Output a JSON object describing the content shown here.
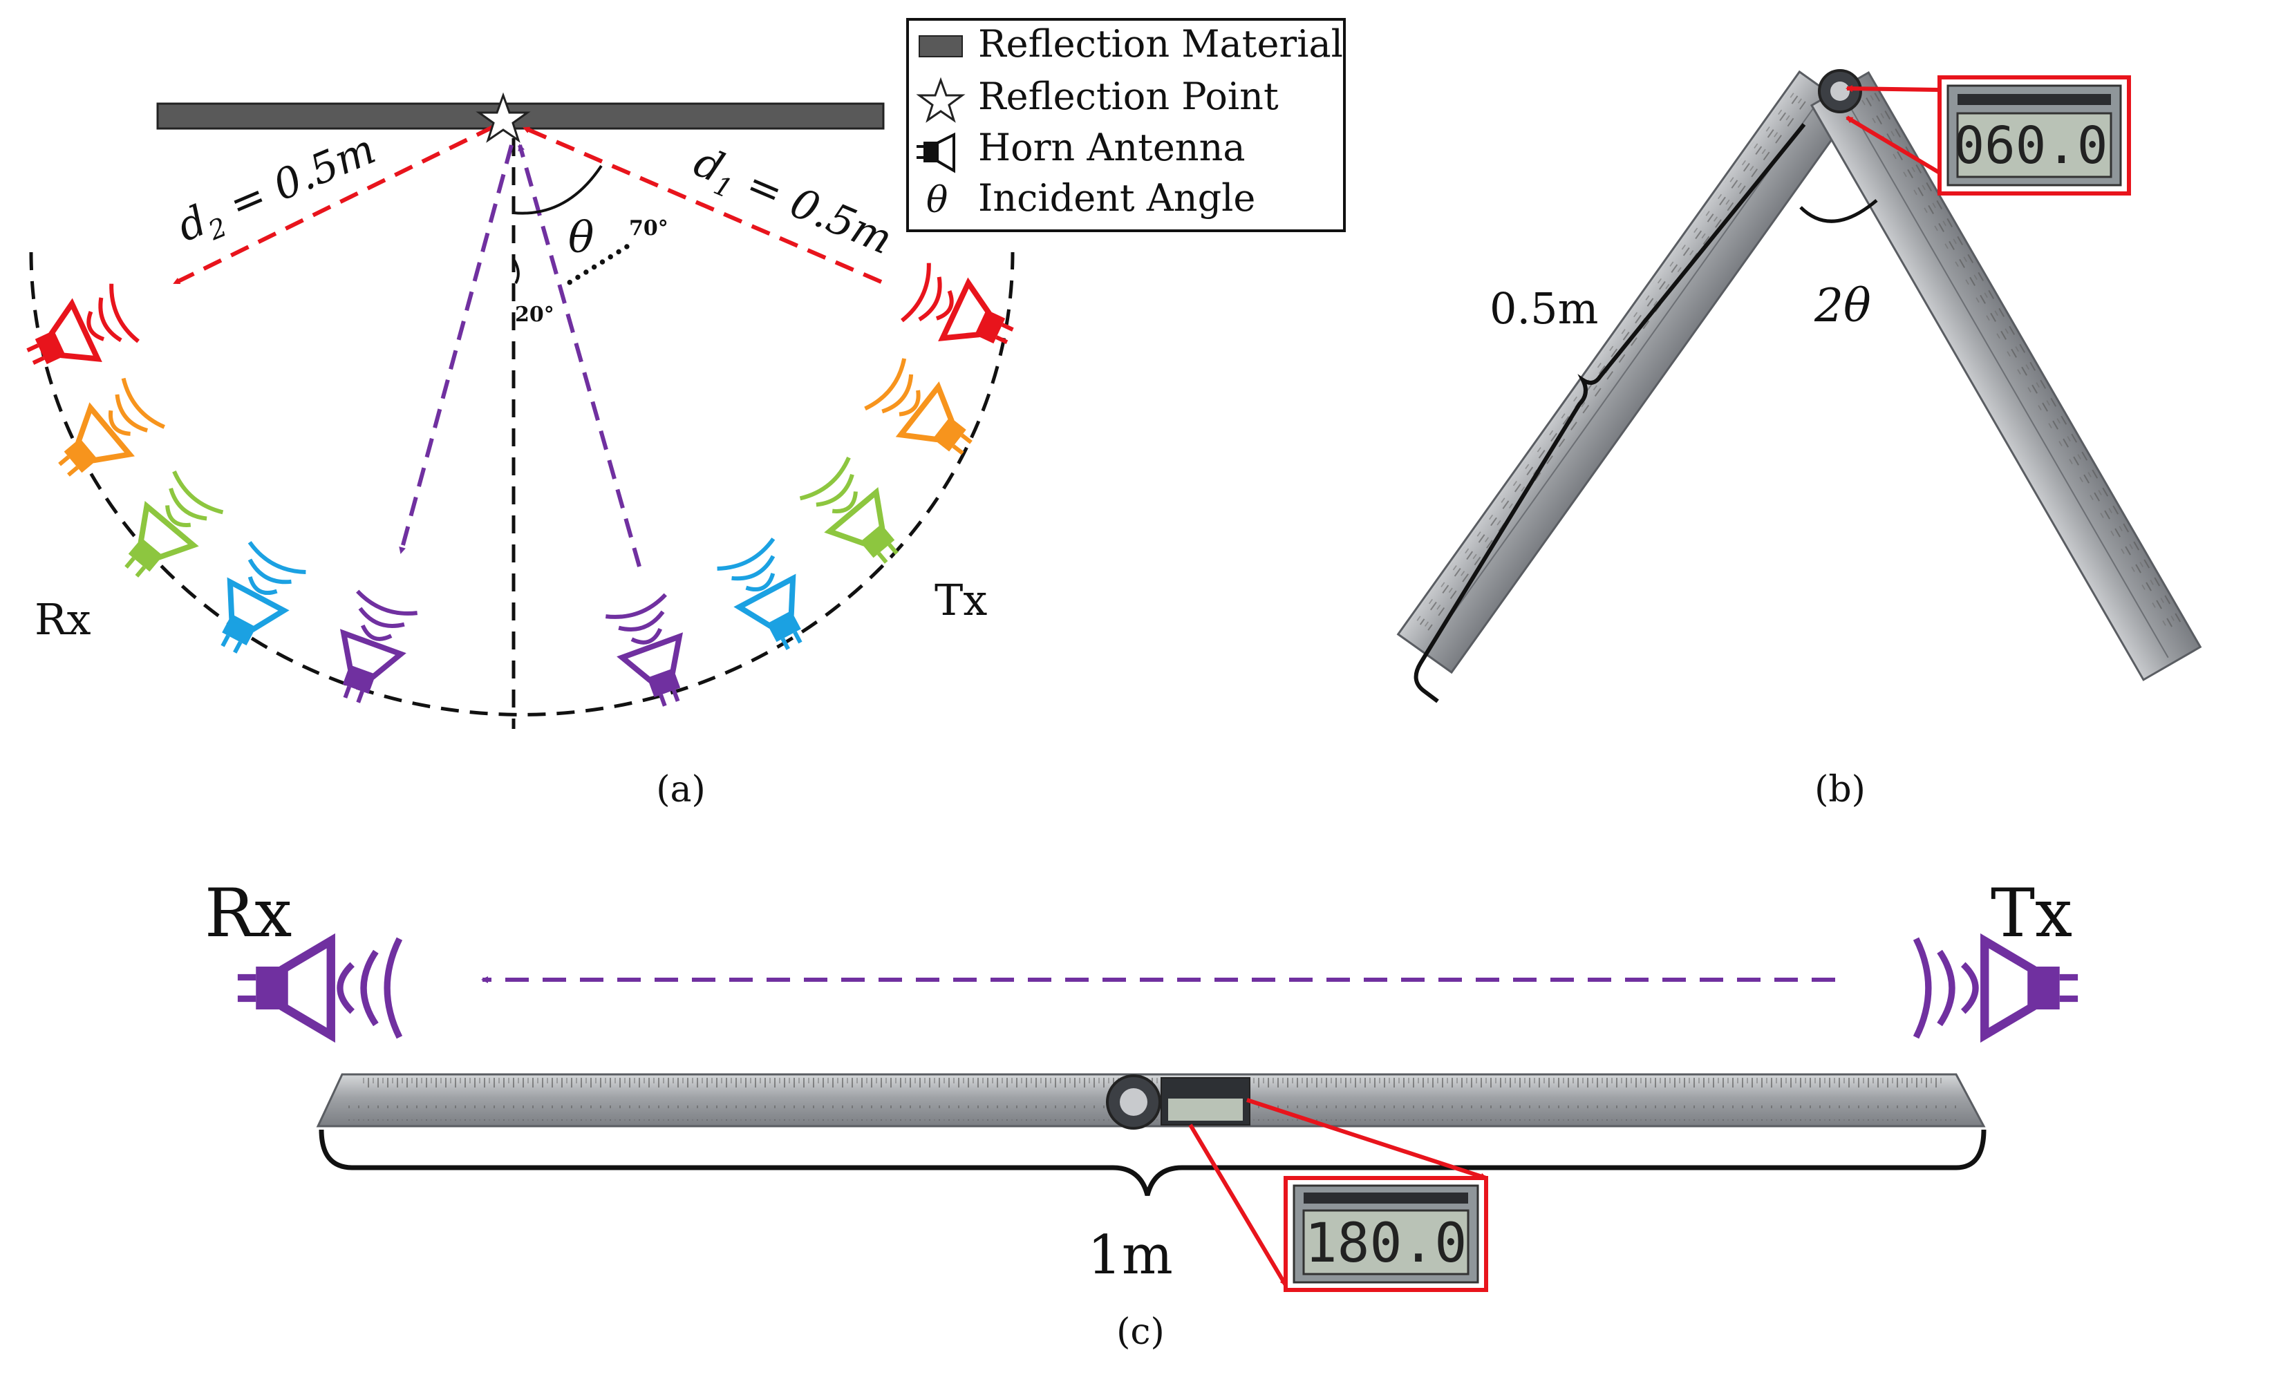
{
  "legend": {
    "items": [
      {
        "icon": "gray-bar",
        "label": "Reflection Material"
      },
      {
        "icon": "star",
        "label": "Reflection Point"
      },
      {
        "icon": "horn-antenna",
        "label": "Horn Antenna"
      },
      {
        "icon": "theta-symbol",
        "label": "Incident Angle"
      }
    ],
    "theta_symbol": "θ"
  },
  "panel_a": {
    "caption": "(a)",
    "d2_label": "d",
    "d2_sub": "2",
    "d2_value": " = 0.5m",
    "d1_label": "d",
    "d1_sub": "1",
    "d1_value": " = 0.5m",
    "theta": "θ",
    "angle_min": "20°",
    "angle_max": "70°",
    "dots": "........",
    "rx": "Rx",
    "tx": "Tx",
    "antenna_colors": [
      "#e8141c",
      "#f7941d",
      "#8dc63f",
      "#1ba1e2",
      "#7030a0"
    ]
  },
  "panel_b": {
    "caption": "(b)",
    "length": "0.5m",
    "angle": "2θ",
    "display": "060.0"
  },
  "panel_c": {
    "caption": "(c)",
    "rx": "Rx",
    "tx": "Tx",
    "length": "1m",
    "display": "180.0"
  },
  "colors": {
    "red": "#e8141c",
    "purple": "#7030a0",
    "orange": "#f7941d",
    "green": "#8dc63f",
    "blue": "#1ba1e2",
    "gray": "#595959",
    "lcd": "#b9c2b6",
    "steel": "#a8aaad"
  }
}
